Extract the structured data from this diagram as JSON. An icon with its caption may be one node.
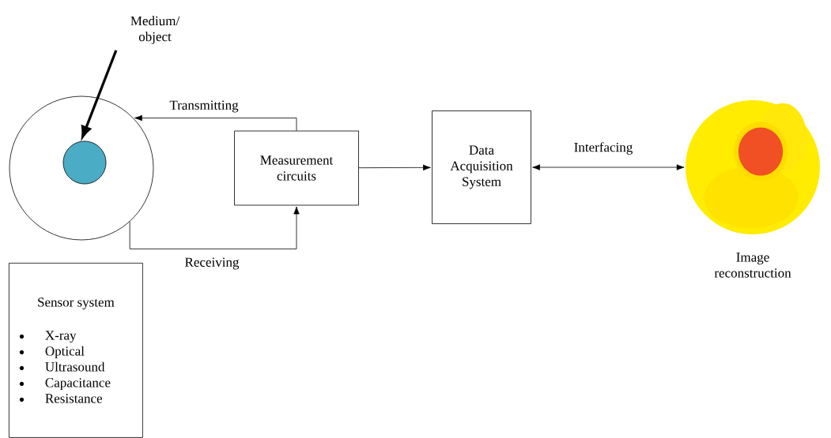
{
  "diagram": {
    "nodes": [
      {
        "text": [
          "Medium/ object"
        ]
      },
      {
        "text": [],
        "shape": "circle"
      },
      {
        "text": [],
        "shape": "circle",
        "in": 1
      },
      {
        "text": [
          "Measurement circuits"
        ]
      },
      {
        "text": [
          "Data Acquisition System"
        ]
      },
      {
        "text": [],
        "shape": "picture",
        "beside": [
          "Image reconstruction"
        ]
      },
      {
        "text": [
          "Sensor system",
          "X-ray",
          "Optical",
          "Ultrasound",
          "Capacitance",
          "Resistance"
        ]
      }
    ],
    "edges": [
      {
        "from": 0,
        "to": 2,
        "arrow": "to",
        "style": "thick"
      },
      {
        "from": 3,
        "to": 1,
        "arrow": "to",
        "label": "Transmitting"
      },
      {
        "from": 1,
        "to": 3,
        "arrow": "to",
        "label": "Receiving"
      },
      {
        "from": 3,
        "to": 4,
        "arrow": "to"
      },
      {
        "from": 4,
        "to": 5,
        "arrow": "both",
        "label": "Interfacing"
      }
    ]
  }
}
